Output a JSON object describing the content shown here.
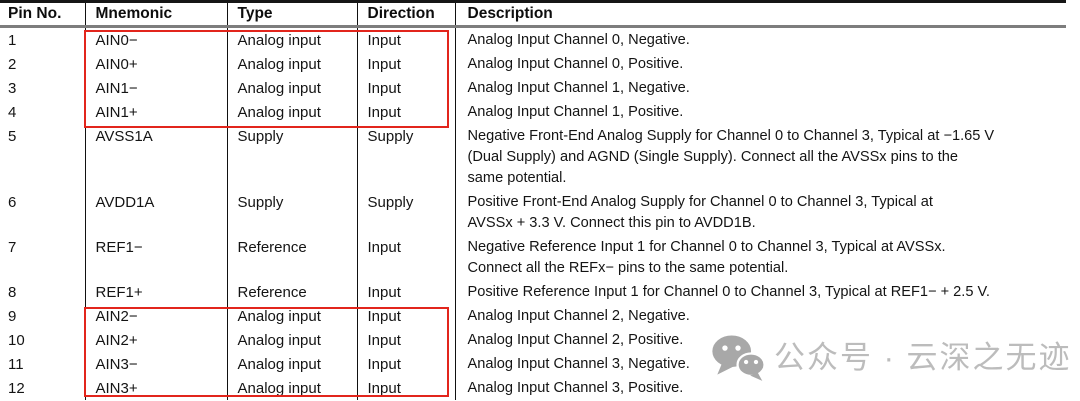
{
  "table": {
    "headers": [
      "Pin No.",
      "Mnemonic",
      "Type",
      "Direction",
      "Description"
    ],
    "rows": [
      {
        "pin": "1",
        "mnemonic": "AIN0−",
        "type": "Analog input",
        "direction": "Input",
        "highlighted": true,
        "description": [
          "Analog Input Channel 0, Negative."
        ]
      },
      {
        "pin": "2",
        "mnemonic": "AIN0+",
        "type": "Analog input",
        "direction": "Input",
        "highlighted": true,
        "description": [
          "Analog Input Channel 0, Positive."
        ]
      },
      {
        "pin": "3",
        "mnemonic": "AIN1−",
        "type": "Analog input",
        "direction": "Input",
        "highlighted": true,
        "description": [
          "Analog Input Channel 1, Negative."
        ]
      },
      {
        "pin": "4",
        "mnemonic": "AIN1+",
        "type": "Analog input",
        "direction": "Input",
        "highlighted": true,
        "description": [
          "Analog Input Channel 1, Positive."
        ]
      },
      {
        "pin": "5",
        "mnemonic": "AVSS1A",
        "type": "Supply",
        "direction": "Supply",
        "highlighted": false,
        "description": [
          "Negative Front-End Analog Supply for Channel 0 to Channel 3, Typical at −1.65 V",
          "(Dual Supply) and AGND (Single Supply). Connect all the AVSSx pins to the",
          "same potential."
        ]
      },
      {
        "pin": "6",
        "mnemonic": "AVDD1A",
        "type": "Supply",
        "direction": "Supply",
        "highlighted": false,
        "description": [
          "Positive Front-End Analog Supply for Channel 0 to Channel 3, Typical at",
          "AVSSx + 3.3 V. Connect this pin to AVDD1B."
        ]
      },
      {
        "pin": "7",
        "mnemonic": "REF1−",
        "type": "Reference",
        "direction": "Input",
        "highlighted": false,
        "description": [
          "Negative Reference Input 1 for Channel 0 to Channel 3, Typical at AVSSx.",
          "Connect all the REFx− pins to the same potential."
        ]
      },
      {
        "pin": "8",
        "mnemonic": "REF1+",
        "type": "Reference",
        "direction": "Input",
        "highlighted": false,
        "description": [
          "Positive Reference Input 1 for Channel 0 to Channel 3, Typical at REF1− + 2.5 V."
        ]
      },
      {
        "pin": "9",
        "mnemonic": "AIN2−",
        "type": "Analog input",
        "direction": "Input",
        "highlighted": true,
        "description": [
          "Analog Input Channel 2, Negative."
        ]
      },
      {
        "pin": "10",
        "mnemonic": "AIN2+",
        "type": "Analog input",
        "direction": "Input",
        "highlighted": true,
        "description": [
          "Analog Input Channel 2, Positive."
        ]
      },
      {
        "pin": "11",
        "mnemonic": "AIN3−",
        "type": "Analog input",
        "direction": "Input",
        "highlighted": true,
        "description": [
          "Analog Input Channel 3, Negative."
        ]
      },
      {
        "pin": "12",
        "mnemonic": "AIN3+",
        "type": "Analog input",
        "direction": "Input",
        "highlighted": true,
        "description": [
          "Analog Input Channel 3, Positive."
        ]
      }
    ]
  },
  "highlights": {
    "color": "#e2251c",
    "boxes": [
      {
        "label": "rows 1-4 highlighted"
      },
      {
        "label": "rows 9-12 highlighted"
      }
    ]
  },
  "watermark": {
    "text": "公众号 · 云深之无迹",
    "icon": "wechat-icon",
    "text_color": "#bcbcbc",
    "icon_color": "#a8a8a8"
  }
}
